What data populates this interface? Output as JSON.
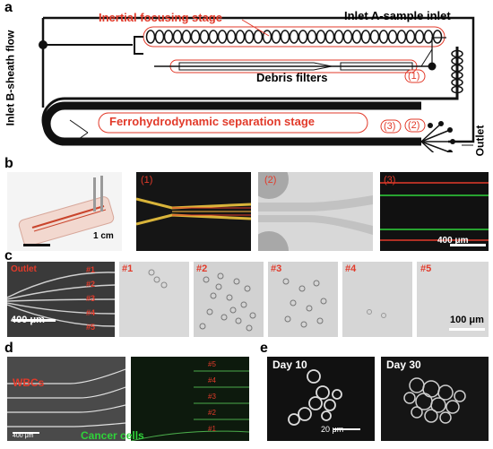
{
  "panels": {
    "a": {
      "letter": "a",
      "inlet_a": "Inlet A-sample inlet",
      "inlet_b": "Inlet B-sheath flow",
      "inertial": "Inertial focusing stage",
      "debris": "Debris filters",
      "ferro": "Ferrohydrodynamic  separation stage",
      "outlet": "Outlet",
      "mark1": "(1)",
      "mark2": "(2)",
      "mark3": "(3)"
    },
    "b": {
      "letter": "b",
      "scale_chip": "1 cm",
      "img1_label": "(1)",
      "img2_label": "(2)",
      "img3_label": "(3)",
      "scale_micro": "400 μm"
    },
    "c": {
      "letter": "c",
      "outlet_label": "Outlet",
      "channels": [
        "#1",
        "#2",
        "#3",
        "#4",
        "#5"
      ],
      "scale_left": "400 μm",
      "scale_right": "100 μm"
    },
    "d": {
      "letter": "d",
      "wbcs": "WBCs",
      "cancer": "Cancer cells",
      "channels": [
        "#5",
        "#4",
        "#3",
        "#2",
        "#1"
      ],
      "scale": "400 μm"
    },
    "e": {
      "letter": "e",
      "day10": "Day 10",
      "day30": "Day 30",
      "scale": "20 μm"
    }
  },
  "colors": {
    "label_red": "#e23a2a",
    "channel_black": "#111111",
    "fluor_green": "#2fd23a",
    "fluor_red": "#e23a2a",
    "fluor_yellow": "#d9b43a"
  }
}
